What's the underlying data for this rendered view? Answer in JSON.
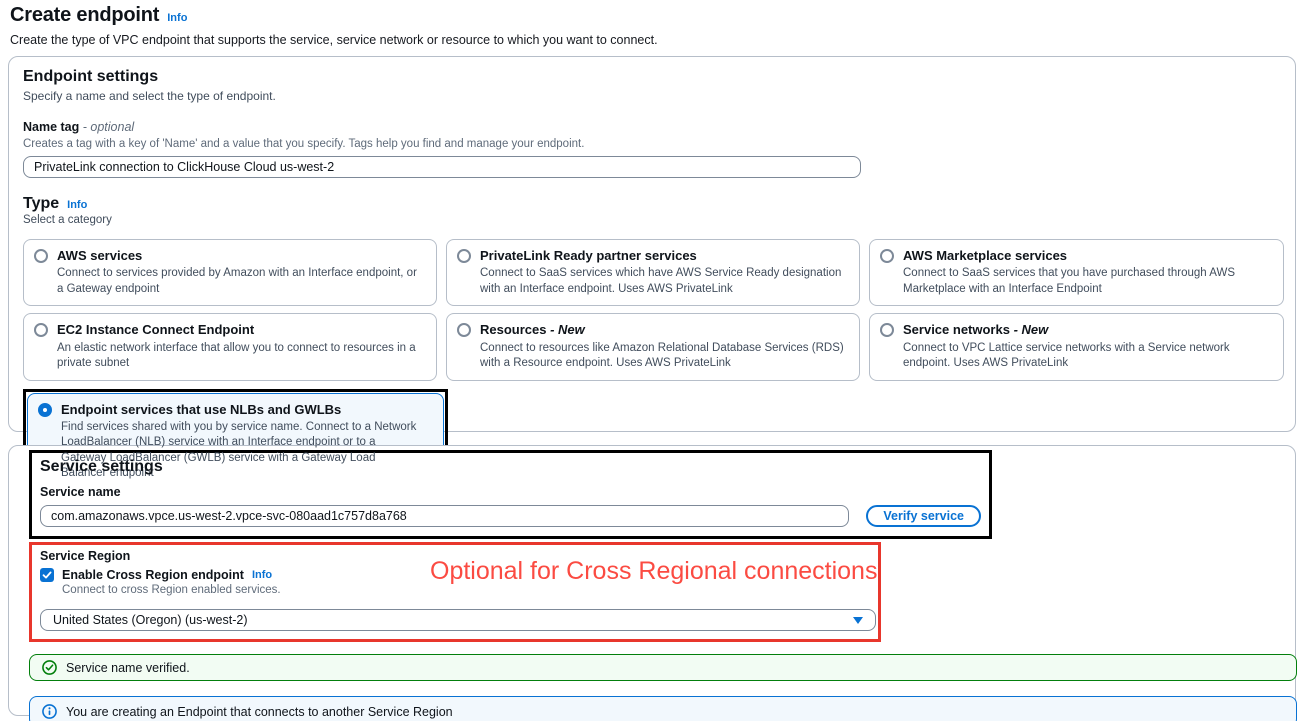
{
  "page": {
    "title": "Create endpoint",
    "info_label": "Info",
    "description": "Create the type of VPC endpoint that supports the service, service network or resource to which you want to connect."
  },
  "endpoint_settings": {
    "heading": "Endpoint settings",
    "description": "Specify a name and select the type of endpoint.",
    "name_tag": {
      "label": "Name tag",
      "optional_suffix": " - optional",
      "help": "Creates a tag with a key of 'Name' and a value that you specify. Tags help you find and manage your endpoint.",
      "value": "PrivateLink connection to ClickHouse Cloud us-west-2"
    },
    "type": {
      "heading": "Type",
      "info_label": "Info",
      "description": "Select a category",
      "options": [
        {
          "title": "AWS services",
          "suffix": "",
          "description": "Connect to services provided by Amazon with an Interface endpoint, or a Gateway endpoint",
          "selected": false
        },
        {
          "title": "PrivateLink Ready partner services",
          "suffix": "",
          "description": "Connect to SaaS services which have AWS Service Ready designation with an Interface endpoint. Uses AWS PrivateLink",
          "selected": false
        },
        {
          "title": "AWS Marketplace services",
          "suffix": "",
          "description": "Connect to SaaS services that you have purchased through AWS Marketplace with an Interface Endpoint",
          "selected": false
        },
        {
          "title": "EC2 Instance Connect Endpoint",
          "suffix": "",
          "description": "An elastic network interface that allow you to connect to resources in a private subnet",
          "selected": false
        },
        {
          "title": "Resources",
          "suffix": " - New",
          "description": "Connect to resources like Amazon Relational Database Services (RDS) with a Resource endpoint. Uses AWS PrivateLink",
          "selected": false
        },
        {
          "title": "Service networks",
          "suffix": " - New",
          "description": "Connect to VPC Lattice service networks with a Service network endpoint. Uses AWS PrivateLink",
          "selected": false
        },
        {
          "title": "Endpoint services that use NLBs and GWLBs",
          "suffix": "",
          "description": "Find services shared with you by service name. Connect to a Network LoadBalancer (NLB) service with an Interface endpoint or to a Gateway LoadBalancer (GWLB) service with a Gateway Load Balancer endpoint",
          "selected": true
        }
      ]
    }
  },
  "service_settings": {
    "heading": "Service settings",
    "service_name": {
      "label": "Service name",
      "value": "com.amazonaws.vpce.us-west-2.vpce-svc-080aad1c757d8a768",
      "verify_button": "Verify service"
    },
    "service_region": {
      "label": "Service Region",
      "checkbox_label": "Enable Cross Region endpoint",
      "checkbox_checked": true,
      "info_label": "Info",
      "help": "Connect to cross Region enabled services.",
      "selected_region": "United States (Oregon) (us-west-2)"
    },
    "annotation_text": "Optional for Cross Regional connections"
  },
  "banners": {
    "success": "Service name verified.",
    "info": "You are creating an Endpoint that connects to another Service Region"
  },
  "colors": {
    "accent_blue": "#0972d3",
    "selected_tile_bg": "#f2f8fd",
    "success_green": "#037f0c",
    "success_bg": "#f2fcf3",
    "info_border": "#0972d3",
    "info_bg": "#f2f8fd",
    "annotation_red": "#e8362c",
    "annotation_black": "#000000"
  }
}
